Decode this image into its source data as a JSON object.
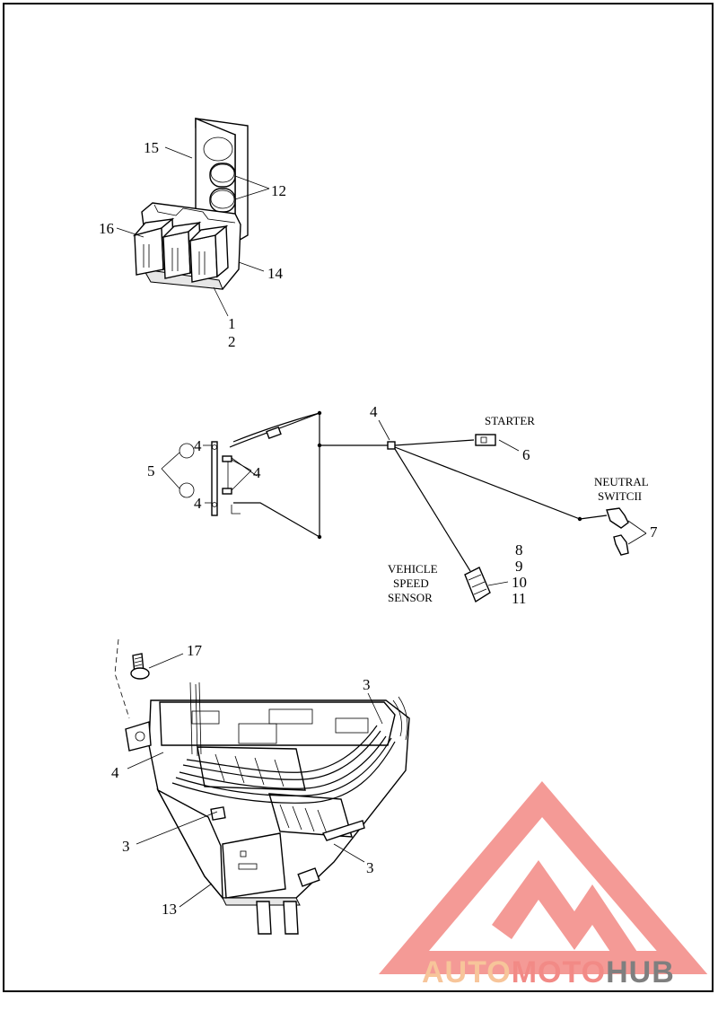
{
  "callouts": {
    "c15": "15",
    "c12": "12",
    "c16": "16",
    "c14": "14",
    "c1": "1",
    "c2": "2",
    "c4a": "4",
    "c4b": "4",
    "c4c": "4",
    "c4d": "4",
    "c5": "5",
    "c6": "6",
    "c7": "7",
    "c8": "8",
    "c9": "9",
    "c10": "10",
    "c11": "11",
    "c17": "17",
    "c3a": "3",
    "c3b": "3",
    "c3c": "3",
    "c4e": "4",
    "c13": "13"
  },
  "captions": {
    "starter": "STARTER",
    "neutral_line1": "NEUTRAL",
    "neutral_line2": "SWITCII",
    "vss_line1": "VEHICLE",
    "vss_line2": "SPEED",
    "vss_line3": "SENSOR"
  },
  "watermark": {
    "part1": "AUTO",
    "part2": "MOTO",
    "part3": "HUB",
    "colors": {
      "auto": "#f7c59a",
      "moto": "#f28a86",
      "hub": "#7f7f7f",
      "triangle": "#f49a96"
    }
  }
}
